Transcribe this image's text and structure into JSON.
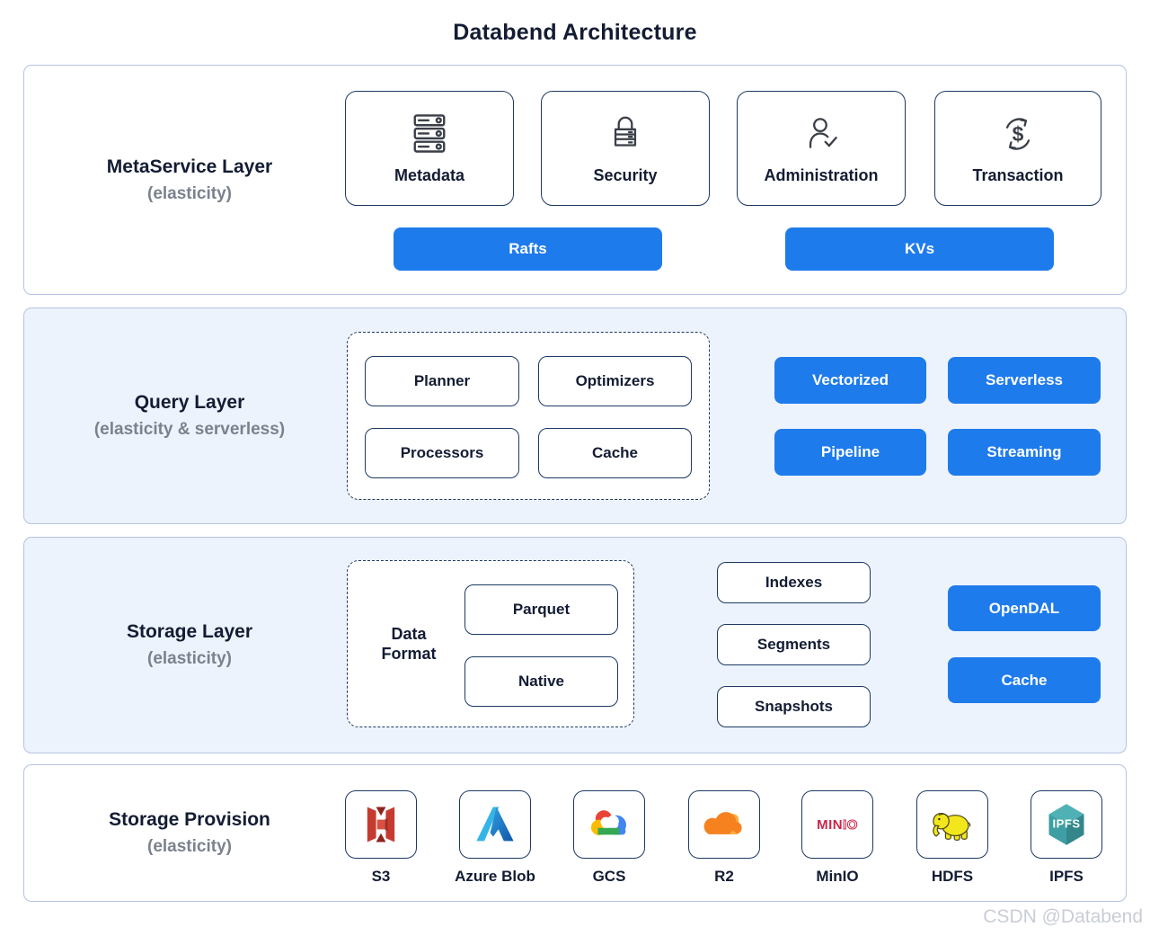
{
  "title": "Databend Architecture",
  "watermark": "CSDN @Databend",
  "meta": {
    "title": "MetaService Layer",
    "subtitle": "(elasticity)",
    "cards": [
      {
        "label": "Metadata",
        "icon": "server-rack-icon"
      },
      {
        "label": "Security",
        "icon": "lock-icon"
      },
      {
        "label": "Administration",
        "icon": "user-check-icon"
      },
      {
        "label": "Transaction",
        "icon": "dollar-cycle-icon"
      }
    ],
    "buttons": [
      {
        "label": "Rafts"
      },
      {
        "label": "KVs"
      }
    ]
  },
  "query": {
    "title": "Query Layer",
    "subtitle": "(elasticity & serverless)",
    "components": [
      {
        "label": "Planner"
      },
      {
        "label": "Optimizers"
      },
      {
        "label": "Processors"
      },
      {
        "label": "Cache"
      }
    ],
    "buttons": [
      {
        "label": "Vectorized"
      },
      {
        "label": "Serverless"
      },
      {
        "label": "Pipeline"
      },
      {
        "label": "Streaming"
      }
    ]
  },
  "storage": {
    "title": "Storage Layer",
    "subtitle": "(elasticity)",
    "data_format": {
      "label": "Data Format",
      "formats": [
        {
          "label": "Parquet"
        },
        {
          "label": "Native"
        }
      ]
    },
    "components": [
      {
        "label": "Indexes"
      },
      {
        "label": "Segments"
      },
      {
        "label": "Snapshots"
      }
    ],
    "buttons": [
      {
        "label": "OpenDAL"
      },
      {
        "label": "Cache"
      }
    ]
  },
  "provision": {
    "title": "Storage Provision",
    "subtitle": "(elasticity)",
    "providers": [
      {
        "label": "S3",
        "icon": "s3-icon"
      },
      {
        "label": "Azure Blob",
        "icon": "azure-icon"
      },
      {
        "label": "GCS",
        "icon": "gcs-icon"
      },
      {
        "label": "R2",
        "icon": "cloudflare-r2-icon"
      },
      {
        "label": "MinIO",
        "icon": "minio-icon",
        "logo_bold": "MIN",
        "logo_light": "IO"
      },
      {
        "label": "HDFS",
        "icon": "hadoop-elephant-icon"
      },
      {
        "label": "IPFS",
        "icon": "ipfs-icon",
        "logo_text": "IPFS"
      }
    ]
  },
  "colors": {
    "accent_blue": "#1e7bec",
    "box_border_navy": "#1c3a63",
    "layer_border": "#b5c3e1",
    "layer_fill_blue": "#edf3fc",
    "text_dark": "#131c33",
    "text_gray": "#7b828e",
    "minio_red": "#c9274b",
    "ipfs_teal": "#3d9ea3",
    "cloudflare_orange": "#f6821f",
    "hadoop_yellow": "#f2e71c"
  }
}
